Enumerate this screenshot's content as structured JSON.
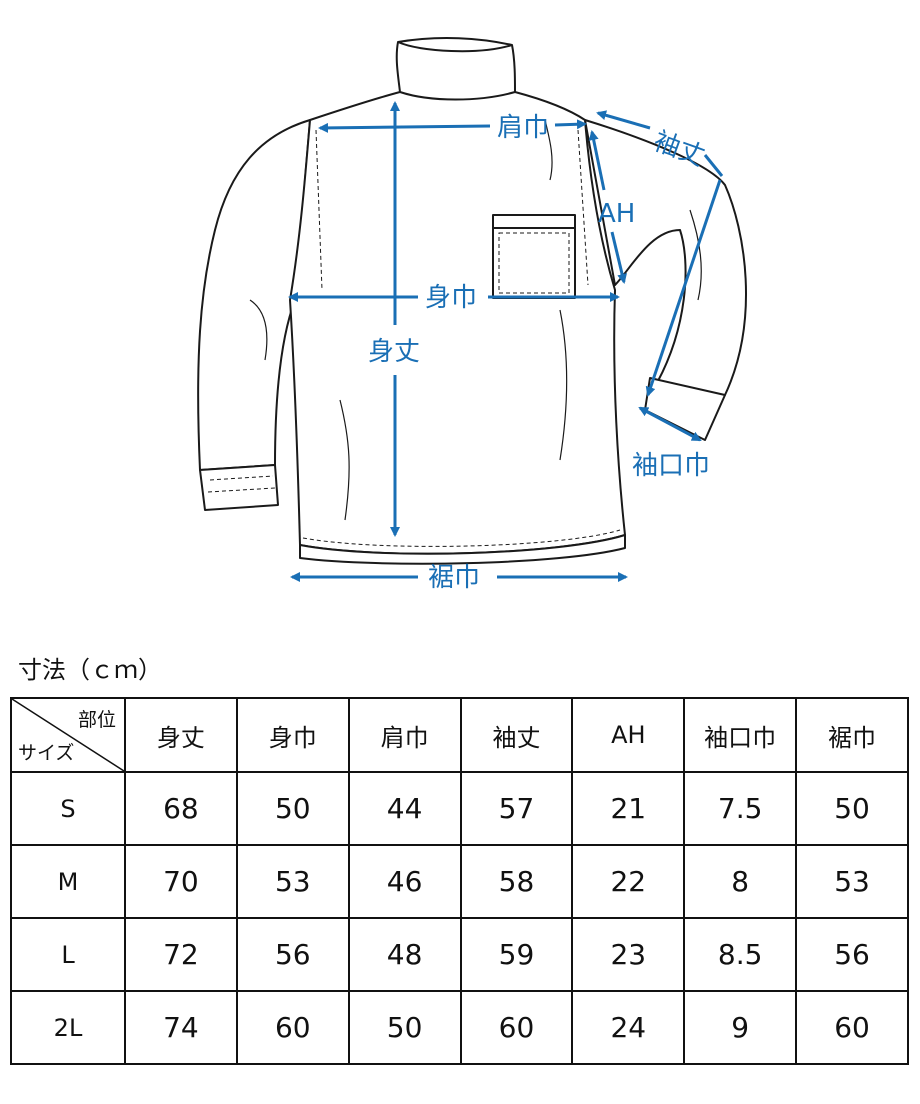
{
  "diagram": {
    "labels": {
      "katahaba": "肩巾",
      "sodetake": "袖丈",
      "ah": "AH",
      "mihaba": "身巾",
      "mitake": "身丈",
      "sodeguchi": "袖口巾",
      "susohaba": "裾巾"
    },
    "colors": {
      "measure": "#1a6fb5",
      "line": "#1a1a1a"
    }
  },
  "table": {
    "unit_label": "寸法（ｃｍ）",
    "corner_top": "部位",
    "corner_bottom": "サイズ",
    "columns": [
      "身丈",
      "身巾",
      "肩巾",
      "袖丈",
      "AH",
      "袖口巾",
      "裾巾"
    ],
    "rows": [
      {
        "size": "S",
        "values": [
          "68",
          "50",
          "44",
          "57",
          "21",
          "7.5",
          "50"
        ]
      },
      {
        "size": "M",
        "values": [
          "70",
          "53",
          "46",
          "58",
          "22",
          "8",
          "53"
        ]
      },
      {
        "size": "L",
        "values": [
          "72",
          "56",
          "48",
          "59",
          "23",
          "8.5",
          "56"
        ]
      },
      {
        "size": "2L",
        "values": [
          "74",
          "60",
          "50",
          "60",
          "24",
          "9",
          "60"
        ]
      }
    ]
  }
}
